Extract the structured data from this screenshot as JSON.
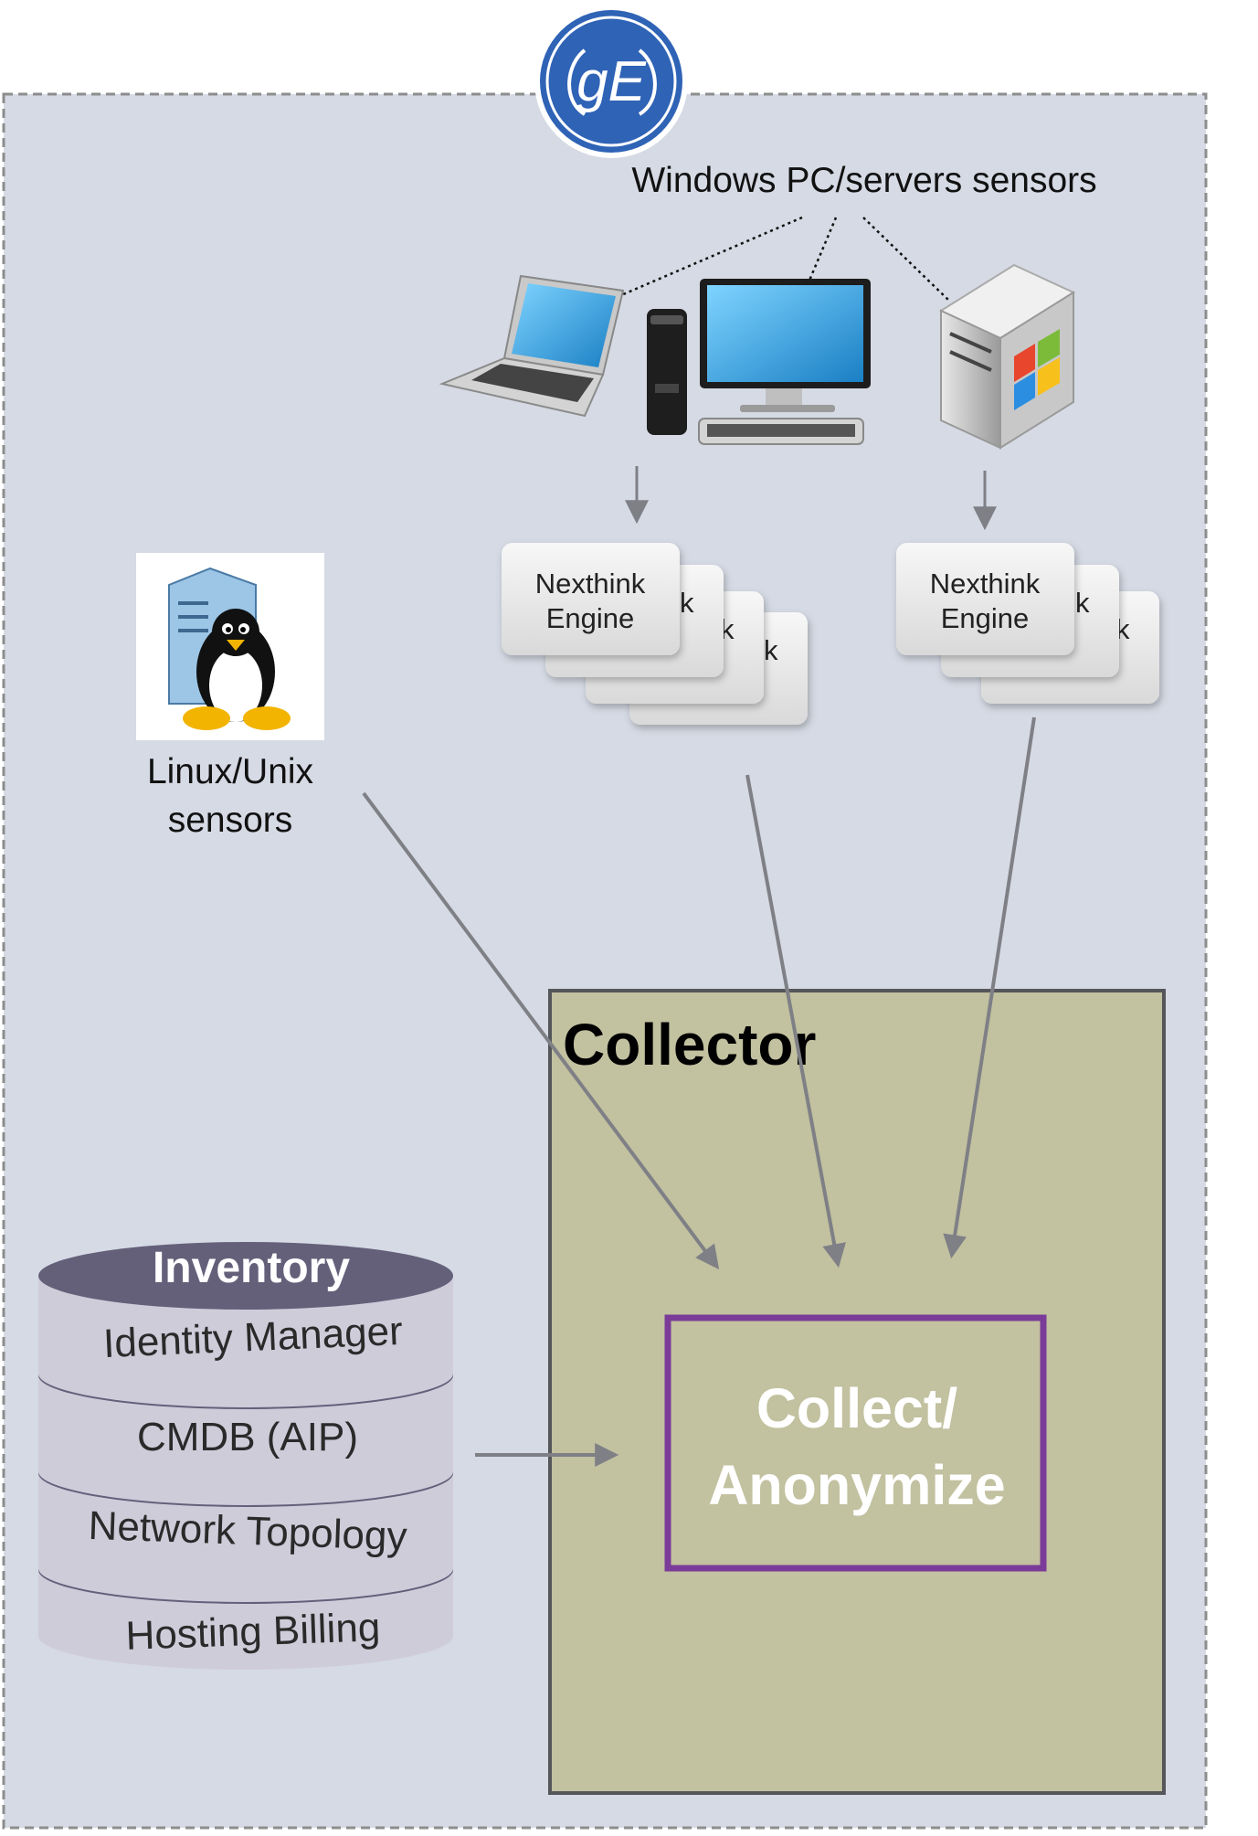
{
  "windows_label": "Windows PC/servers sensors",
  "linux_label": [
    "Linux/Unix",
    "sensors"
  ],
  "engine_label": [
    "Nexthink",
    "Engine"
  ],
  "collector": {
    "title": "Collector",
    "inner_lines": [
      "Collect/",
      "Anonymize"
    ]
  },
  "inventory": {
    "title": "Inventory",
    "layers": [
      "Identity Manager",
      "CMDB (AIP)",
      "Network Topology",
      "Hosting Billing"
    ]
  },
  "colors": {
    "outer_bg": "#d5dae4",
    "collector_bg": "#c2c1a0",
    "collect_border": "#7a3c98",
    "db_top": "#65607a",
    "db_layer": "#cfccda",
    "ge_blue": "#2f63b6",
    "arrow": "#7f8086"
  },
  "icons": [
    "ge-logo-icon",
    "laptop-icon",
    "desktop-computer-icon",
    "windows-server-icon",
    "linux-server-icon"
  ]
}
